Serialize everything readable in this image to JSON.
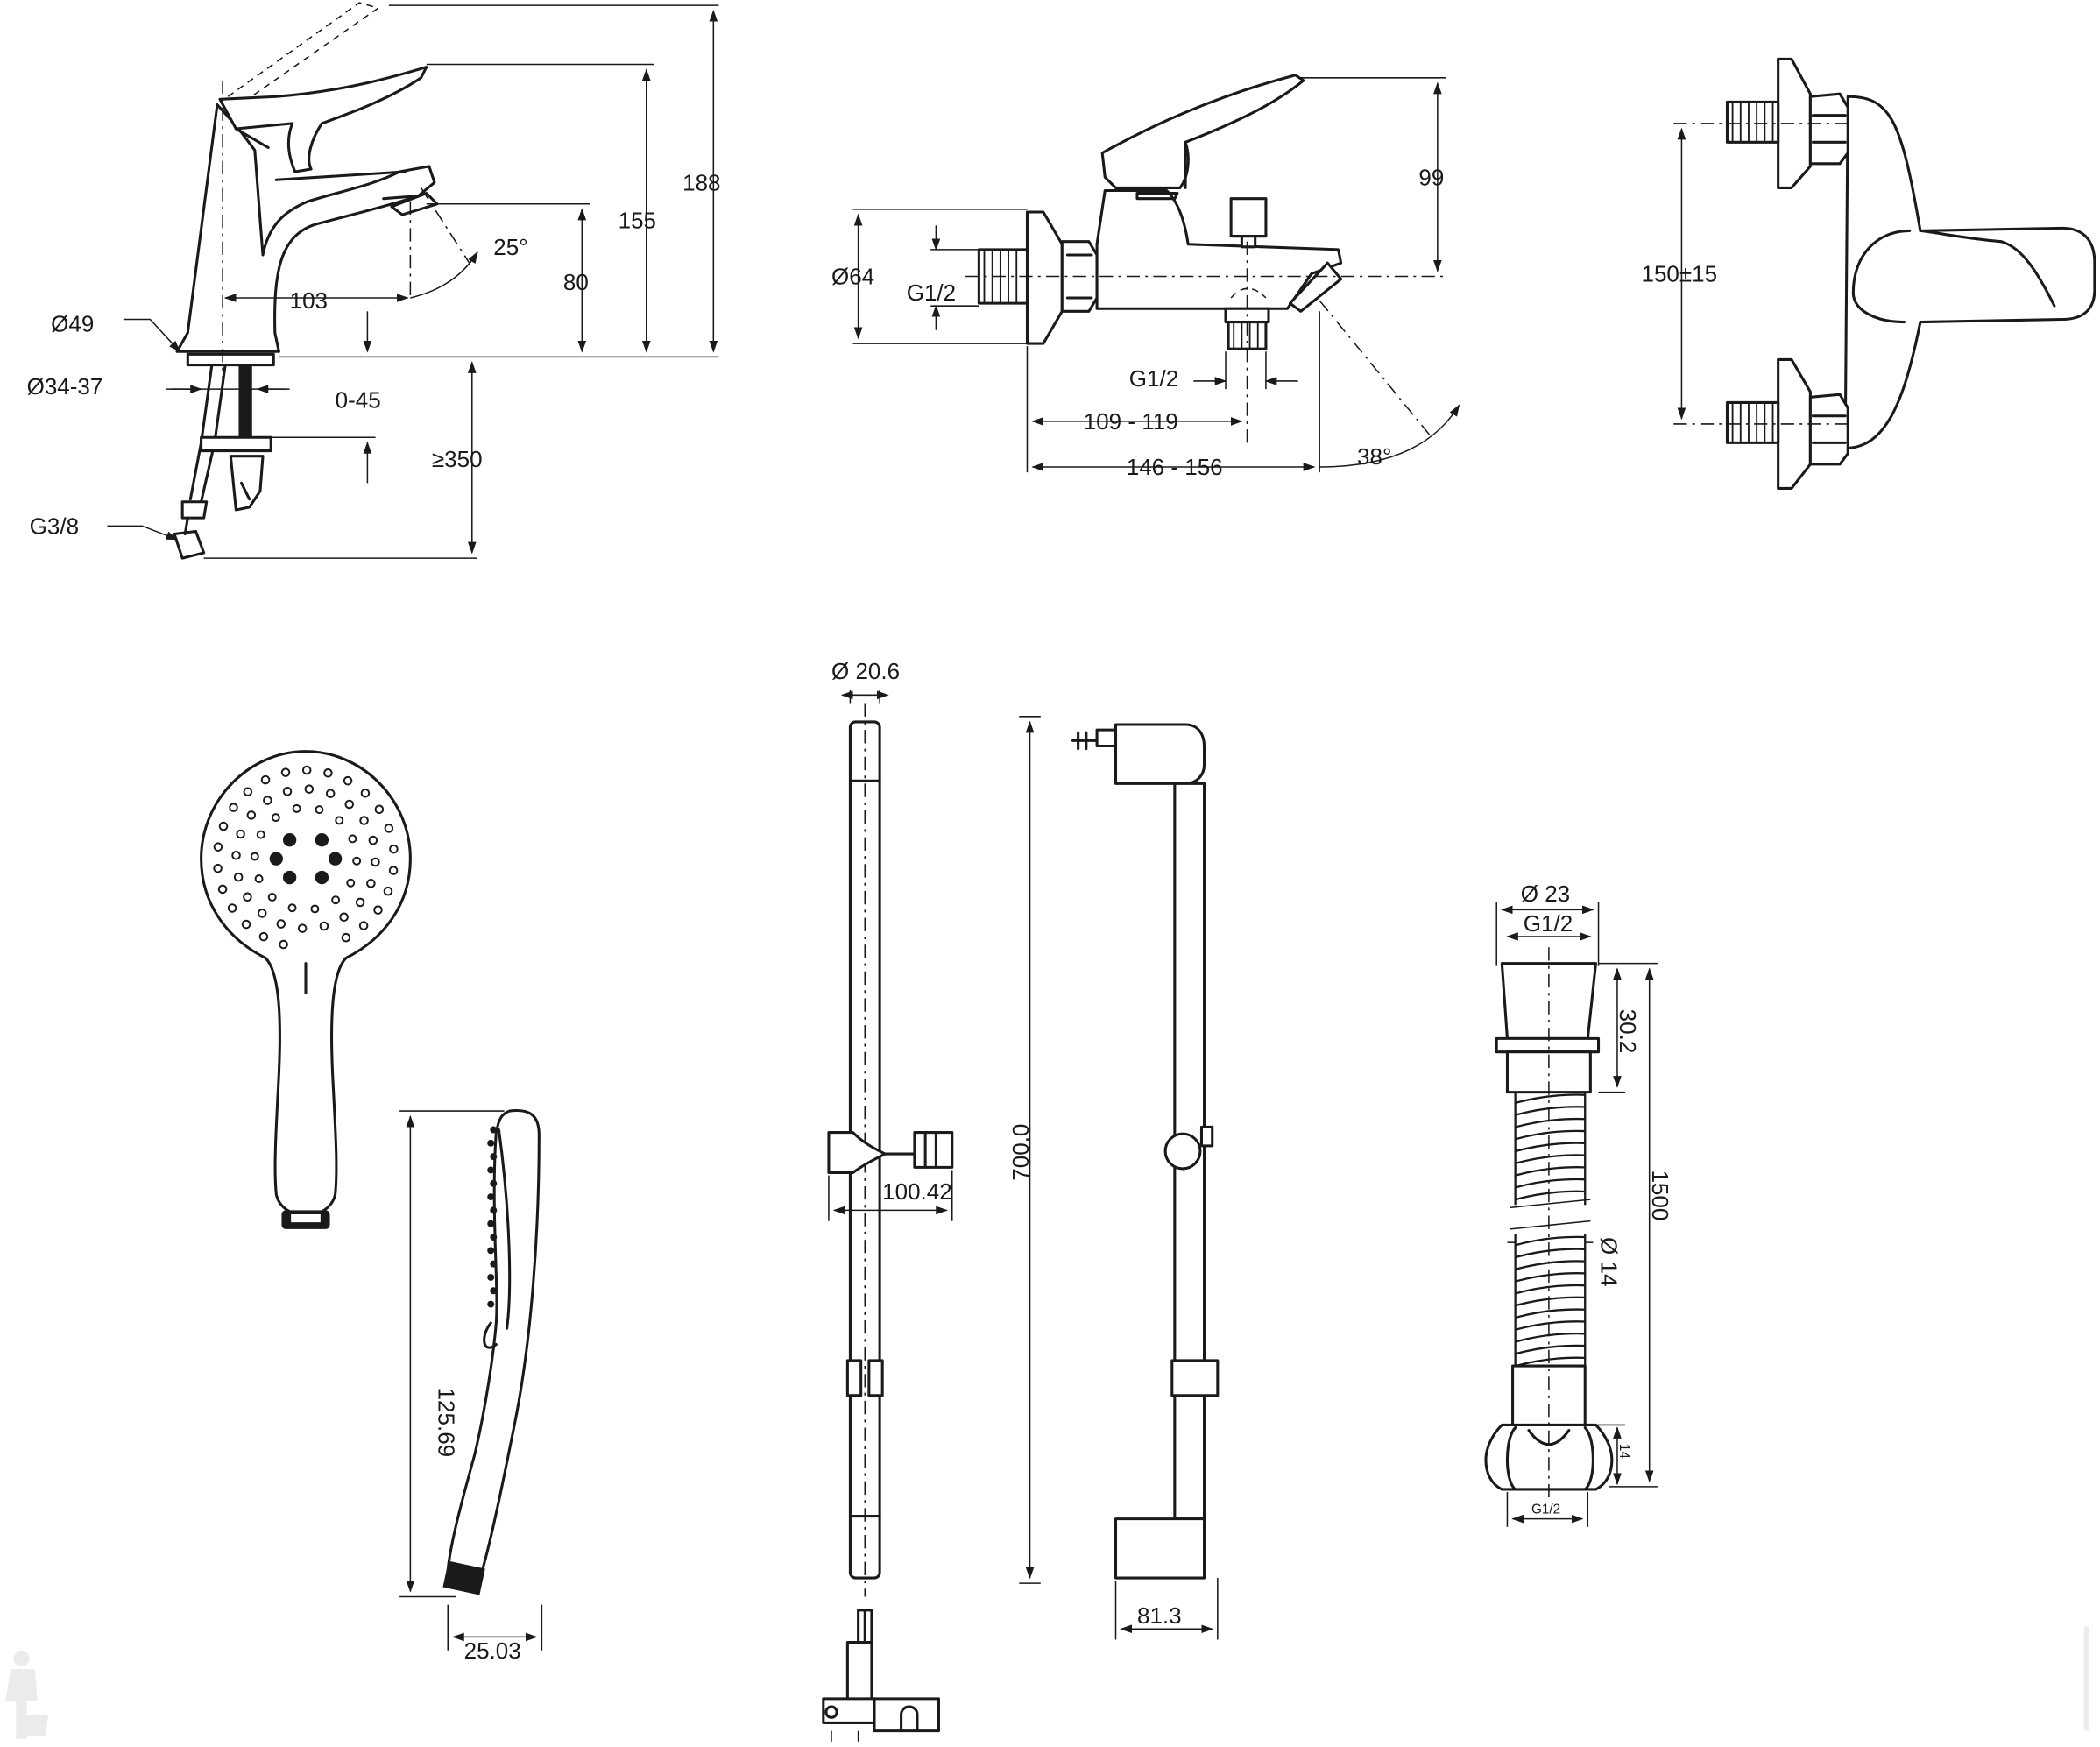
{
  "diagram": {
    "labels": {
      "basin_dia_body": "Ø49",
      "basin_dia_hole": "Ø34-37",
      "basin_thread": "G3/8",
      "basin_reach": "103",
      "basin_angle": "25°",
      "basin_spout_h": "80",
      "basin_h1": "155",
      "basin_h2": "188",
      "basin_deck": "0-45",
      "basin_hose": "≥350",
      "bath_dia": "Ø64",
      "bath_inlet": "G1/2",
      "bath_outlet": "G1/2",
      "bath_h": "99",
      "bath_d1": "109 - 119",
      "bath_d2": "146 - 156",
      "bath_angle": "38°",
      "wall_centers": "150±15",
      "rail_dia": "Ø 20.6",
      "rail_len": "700.0",
      "rail_slider": "100.42",
      "rail_bracket": "81.3",
      "hand_len": "125.69",
      "hand_thk": "25.03",
      "hose_dia": "Ø 23",
      "hose_thread_top": "G1/2",
      "hose_cone": "30.2",
      "hose_len": "1500",
      "hose_core": "Ø 14",
      "hose_nut": "14",
      "hose_thread_bottom": "G1/2"
    }
  }
}
